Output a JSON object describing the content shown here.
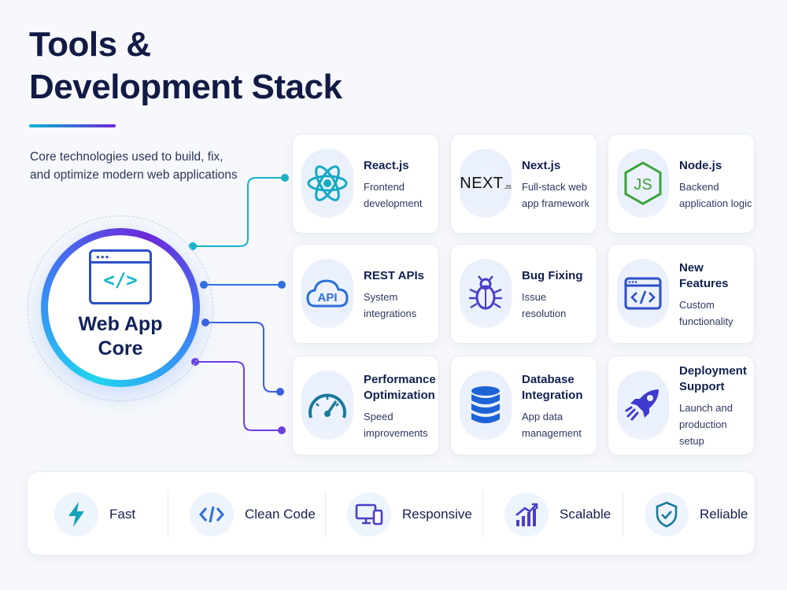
{
  "header": {
    "title_line1": "Tools &",
    "title_line2": "Development Stack",
    "subtitle_line1": "Core technologies used to build, fix,",
    "subtitle_line2": "and optimize modern web applications"
  },
  "core": {
    "label_line1": "Web App",
    "label_line2": "Core",
    "icon": "code-window-icon"
  },
  "cards": [
    {
      "name": "React.js",
      "desc1": "Frontend",
      "desc2": "development",
      "icon": "react-icon"
    },
    {
      "name": "Next.js",
      "desc1": "Full-stack web",
      "desc2": "app framework",
      "icon": "nextjs-logo-icon",
      "logo_text": "NEXT",
      "logo_sub": ".JS"
    },
    {
      "name": "Node.js",
      "desc1": "Backend",
      "desc2": "application logic",
      "icon": "nodejs-icon",
      "logo_text": "JS"
    },
    {
      "name": "REST APIs",
      "desc1": "System",
      "desc2": "integrations",
      "icon": "api-cloud-icon",
      "logo_text": "API"
    },
    {
      "name": "Bug Fixing",
      "desc1": "Issue",
      "desc2": "resolution",
      "icon": "bug-icon"
    },
    {
      "name": "New Features",
      "desc1": "Custom",
      "desc2": "functionality",
      "icon": "code-window-icon"
    },
    {
      "name1": "Performance",
      "name2": "Optimization",
      "desc1": "Speed",
      "desc2": "improvements",
      "icon": "speedometer-icon"
    },
    {
      "name1": "Database",
      "name2": "Integration",
      "desc1": "App data",
      "desc2": "management",
      "icon": "database-icon"
    },
    {
      "name1": "Deployment",
      "name2": "Support",
      "desc1": "Launch and",
      "desc2": "production setup",
      "icon": "rocket-icon"
    }
  ],
  "features": [
    {
      "label": "Fast",
      "icon": "lightning-icon"
    },
    {
      "label": "Clean Code",
      "icon": "code-brackets-icon"
    },
    {
      "label": "Responsive",
      "icon": "devices-icon"
    },
    {
      "label": "Scalable",
      "icon": "growth-chart-icon"
    },
    {
      "label": "Reliable",
      "icon": "shield-check-icon"
    }
  ],
  "colors": {
    "title": "#121a45",
    "accent_cyan": "#14b8c6",
    "accent_blue": "#2c4fc8",
    "accent_purple": "#6d28d9",
    "node_green": "#3ba33b"
  }
}
